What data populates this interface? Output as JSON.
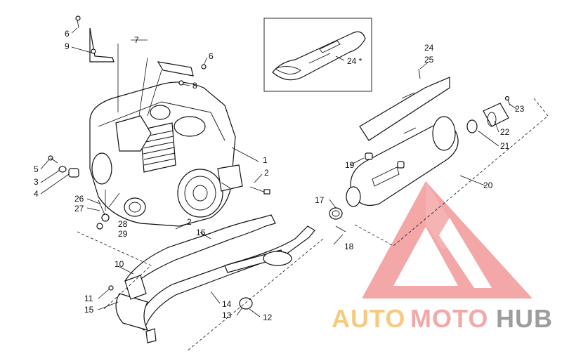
{
  "diagram": {
    "callouts": {
      "c1": "1",
      "c2a": "2",
      "c2b": "2",
      "c3": "3",
      "c4": "4",
      "c5": "5",
      "c6a": "6",
      "c6b": "6",
      "c7": "7",
      "c8": "8",
      "c9": "9",
      "c10": "10",
      "c11": "11",
      "c12": "12",
      "c13": "13",
      "c14": "14",
      "c15": "15",
      "c16": "16",
      "c17": "17",
      "c18": "18",
      "c19": "19",
      "c20": "20",
      "c21": "21",
      "c22": "22",
      "c23": "23",
      "c24a": "24",
      "c24b": "24 *",
      "c25": "25",
      "c26": "26",
      "c27": "27",
      "c28": "28",
      "c29": "29"
    }
  },
  "watermark": {
    "word_1": "AUTO",
    "word_2": "MOTO",
    "word_3": "HUB",
    "colors": {
      "logo": "#f08a8a",
      "auto": "#f5c26b",
      "moto": "#f29a9a",
      "hub": "#8c8c8c"
    }
  }
}
